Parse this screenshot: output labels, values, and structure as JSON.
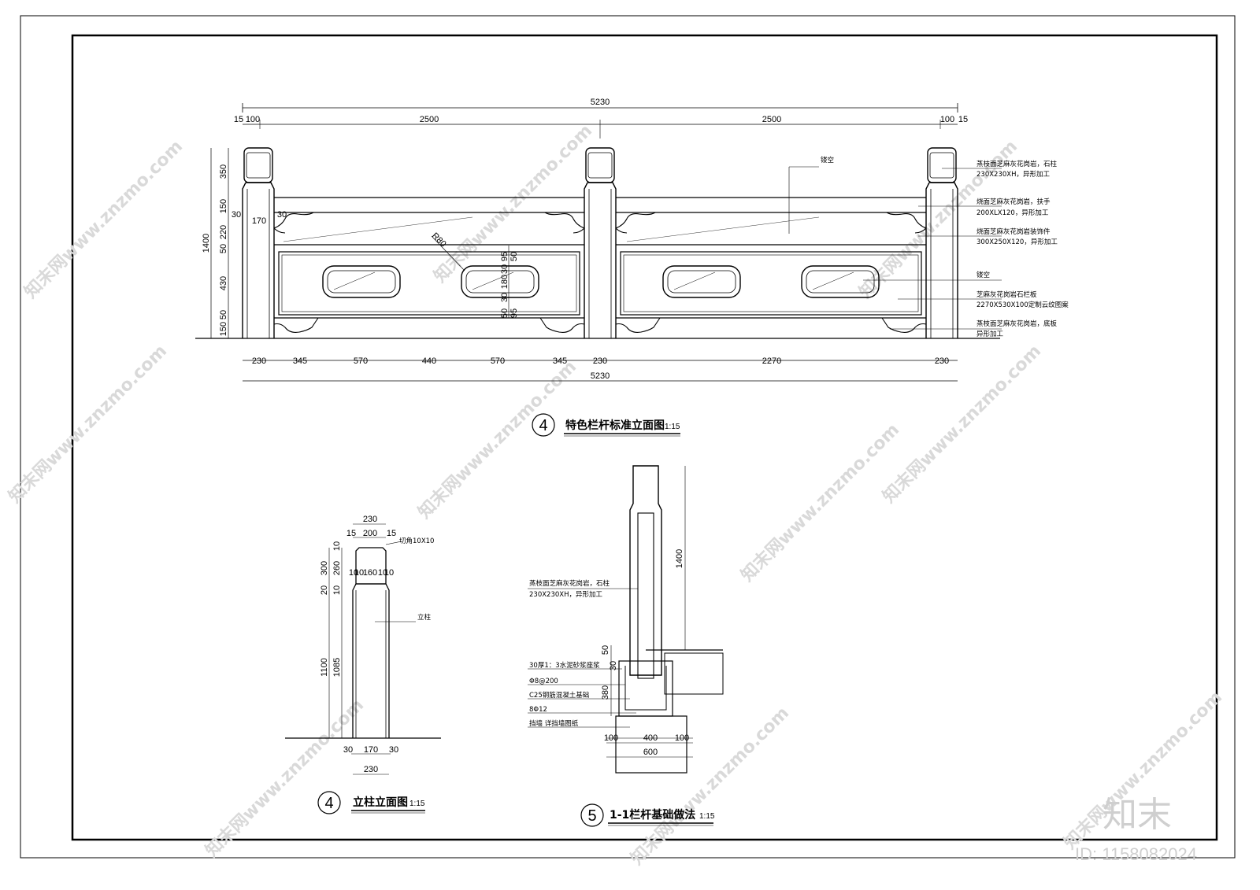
{
  "drawing": {
    "elevation": {
      "number": "4",
      "title": "特色栏杆标准立面图",
      "scale": "1:15",
      "top_total": "5230",
      "top_dims": [
        "15",
        "100",
        "2500",
        "2500",
        "100",
        "15"
      ],
      "bottom_dims": [
        "230",
        "345",
        "570",
        "440",
        "570",
        "345",
        "230",
        "2270",
        "230"
      ],
      "bottom_total": "5230",
      "left_dims": [
        "350",
        "150",
        "220",
        "50",
        "430",
        "50",
        "150"
      ],
      "left_total": "1400",
      "inner_dims": [
        "170",
        "30",
        "30"
      ],
      "panel_vertical_dims": [
        "95",
        "50",
        "30",
        "180",
        "30",
        "50",
        "95"
      ],
      "radius_label": "R80",
      "notes": [
        {
          "text1": "镂空",
          "text2": ""
        },
        {
          "text1": "蒸枝面芝麻灰花岗岩，石柱",
          "text2": "230X230XH，异形加工"
        },
        {
          "text1": "烧面芝麻灰花岗岩，扶手",
          "text2": "200XLX120，异形加工"
        },
        {
          "text1": "烧面芝麻灰花岗岩装饰件",
          "text2": "300X250X120，异形加工"
        },
        {
          "text1": "镂空",
          "text2": ""
        },
        {
          "text1": "芝麻灰花岗岩石栏板",
          "text2": "2270X530X100定制云纹图案"
        },
        {
          "text1": "蒸枝面芝麻灰花岗岩，底板",
          "text2": "异形加工"
        }
      ]
    },
    "post": {
      "number": "4",
      "title": "立柱立面图",
      "scale": "1:15",
      "top_dims": [
        "230",
        "15",
        "200",
        "15"
      ],
      "chamfer": "切角10X10",
      "mid_dims": [
        "10",
        "10",
        "160",
        "10",
        "10"
      ],
      "left_dims": [
        "300",
        "260",
        "10",
        "20",
        "10",
        "1100",
        "1085"
      ],
      "label": "立柱",
      "bottom_dims": [
        "30",
        "170",
        "30"
      ],
      "bottom_total": "230"
    },
    "section": {
      "number": "5",
      "title": "1-1栏杆基础做法",
      "scale": "1:15",
      "height": "1400",
      "notes": [
        {
          "text1": "蒸枝面芝麻灰花岗岩，石柱",
          "text2": "230X230XH，异形加工"
        },
        {
          "text1": "30厚1：3水泥砂浆座浆",
          "text2": ""
        },
        {
          "text1": "Φ8@200",
          "text2": ""
        },
        {
          "text1": "C25钢筋混凝土基础",
          "text2": ""
        },
        {
          "text1": "8Φ12",
          "text2": ""
        },
        {
          "text1": "挡墙  详挡墙图纸",
          "text2": ""
        }
      ],
      "side_dims": [
        "50",
        "30",
        "380"
      ],
      "bottom_dims": [
        "100",
        "400",
        "100"
      ],
      "bottom_total": "600"
    }
  },
  "watermark": {
    "text": "知末网www.znzmo.com",
    "brand": "知末",
    "id": "ID: 1158082024"
  }
}
